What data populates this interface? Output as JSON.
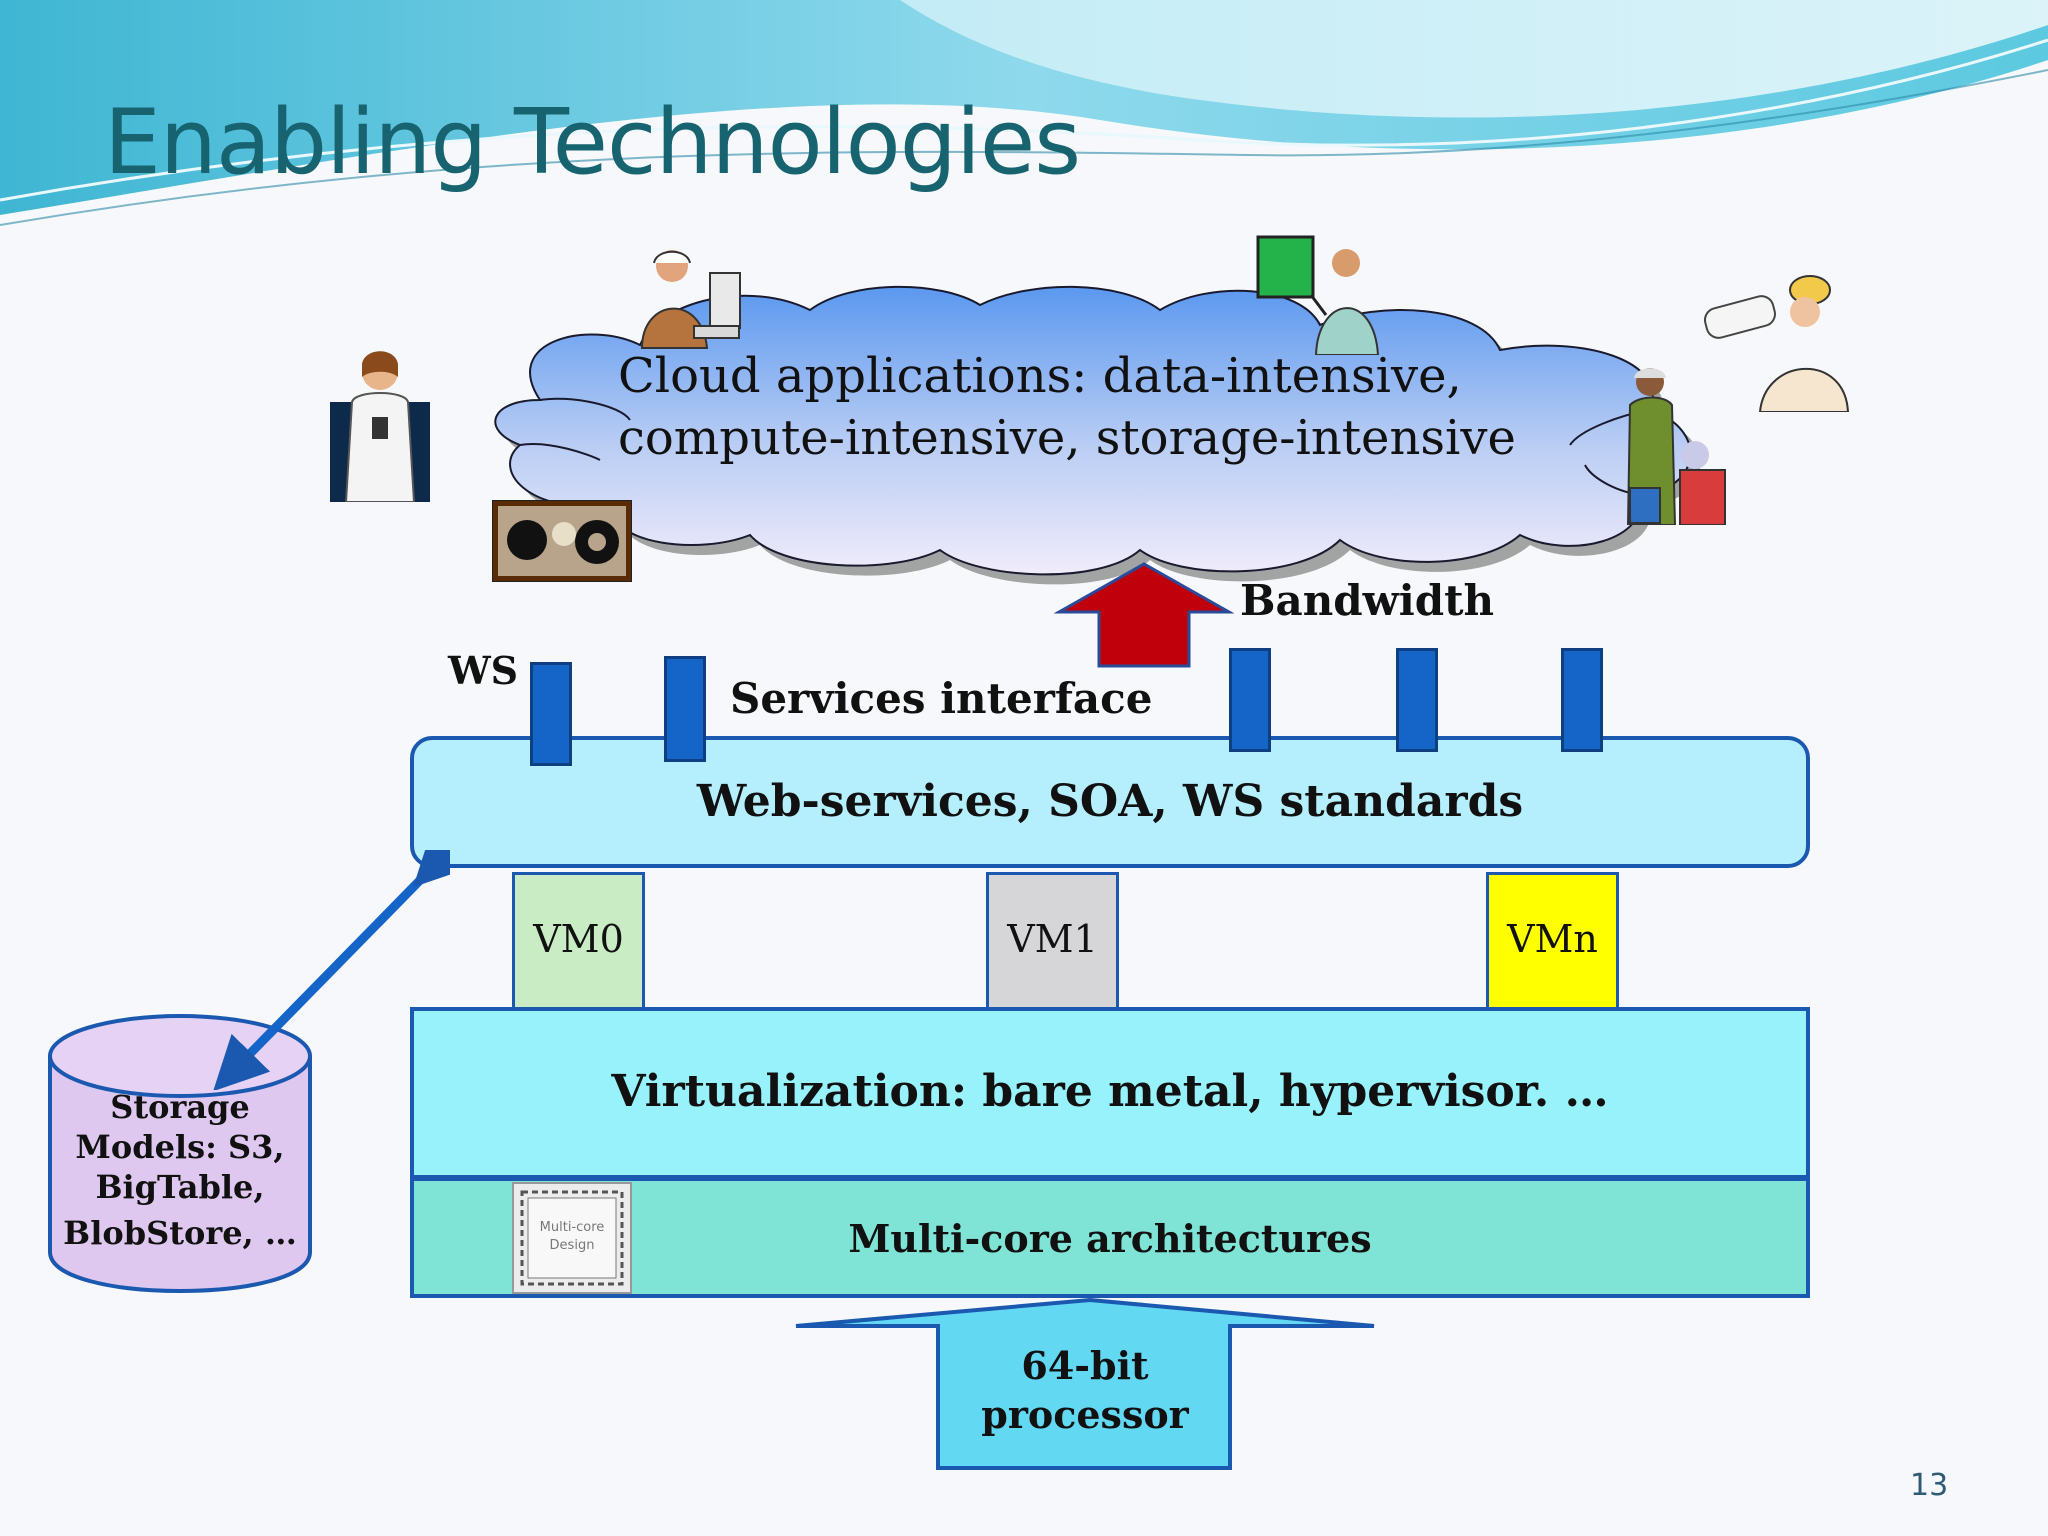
{
  "slide": {
    "title": "Enabling Technologies",
    "page_number": "13"
  },
  "cloud": {
    "line1": "Cloud applications: data-intensive,",
    "line2": "compute-intensive, storage-intensive"
  },
  "labels": {
    "bandwidth": "Bandwidth",
    "ws": "WS",
    "services_interface": "Services interface",
    "web_services": "Web-services,  SOA, WS standards",
    "virtualization": "Virtualization: bare metal, hypervisor. …",
    "multicore": "Multi-core architectures",
    "processor_line1": "64-bit",
    "processor_line2": "processor"
  },
  "vms": [
    {
      "label": "VM0",
      "color": "#c9ecc4"
    },
    {
      "label": "VM1",
      "color": "#d6d6d8"
    },
    {
      "label": "VMn",
      "color": "#ffff00"
    }
  ],
  "storage": {
    "line1": "Storage",
    "line2": "Models: S3,",
    "line3": "BigTable,",
    "line4": "BlobStore, …"
  },
  "chip": {
    "line1": "Multi-core",
    "line2": "Design"
  },
  "colors": {
    "title": "#17636f",
    "border": "#1b59b0",
    "ws_tab": "#1565c8",
    "bandwidth_arrow": "#c0000b",
    "storage_fill": "#dfc8f0"
  }
}
